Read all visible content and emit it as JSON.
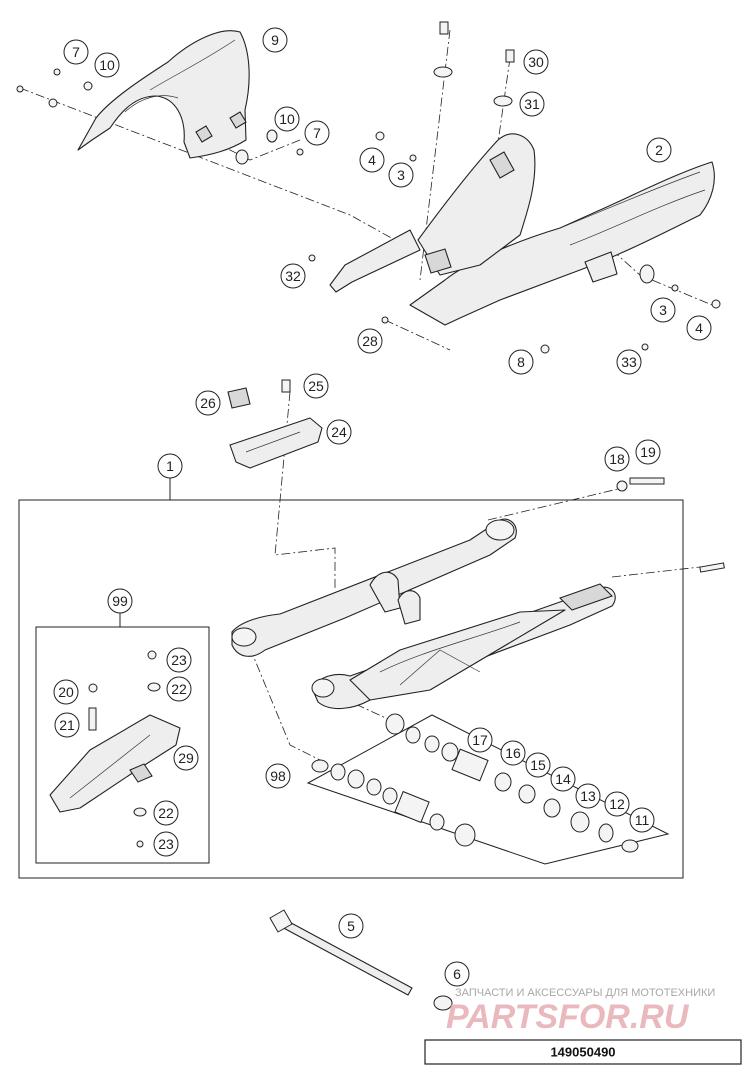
{
  "callouts": [
    "1",
    "2",
    "3",
    "3",
    "4",
    "4",
    "5",
    "6",
    "7",
    "7",
    "8",
    "9",
    "10",
    "10",
    "11",
    "12",
    "13",
    "14",
    "15",
    "16",
    "17",
    "18",
    "19",
    "20",
    "21",
    "22",
    "22",
    "23",
    "23",
    "24",
    "25",
    "26",
    "28",
    "29",
    "30",
    "31",
    "32",
    "33",
    "98",
    "99"
  ],
  "watermark": {
    "top_line": "ЗАПЧАСТИ И АКСЕССУАРЫ ДЛЯ МОТОТЕХНИКИ",
    "brand": "PARTSFOR.RU"
  },
  "drawing_code": "149050490"
}
